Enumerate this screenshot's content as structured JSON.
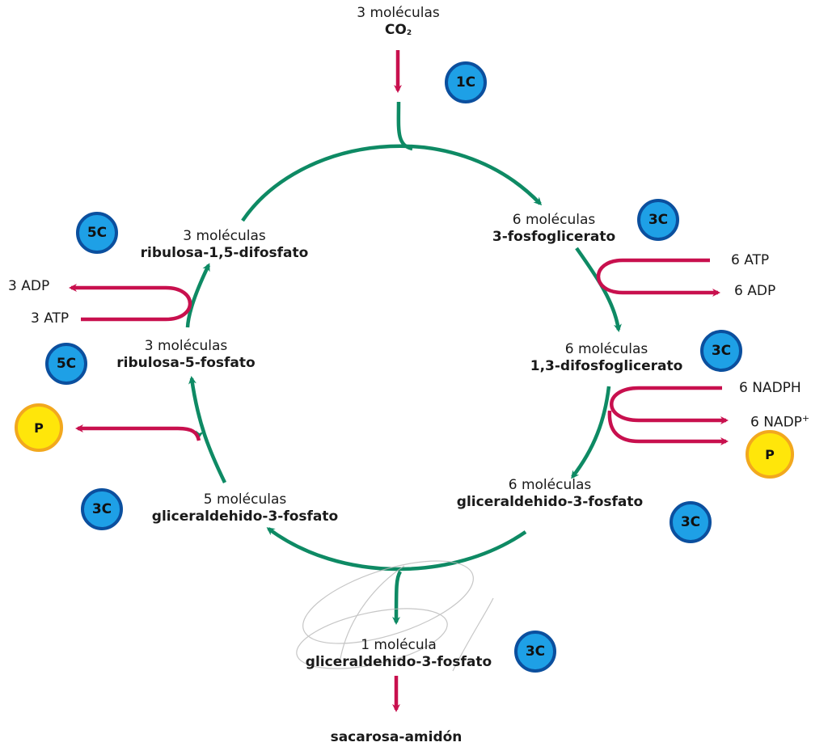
{
  "colors": {
    "cycle_arrow": "#0e8a64",
    "side_arrow": "#c8104e",
    "carbon_badge_fill": "#1ea0e6",
    "carbon_badge_border": "#0b4f9e",
    "phosphate_fill": "#ffe60a",
    "phosphate_border": "#f2a81e"
  },
  "input": {
    "count": "3 moléculas",
    "name": "CO",
    "subscript": "2",
    "badge": "1C"
  },
  "nodes": {
    "pga": {
      "count": "6 moléculas",
      "name": "3-fosfoglicerato",
      "badge": "3C"
    },
    "bpg": {
      "count": "6 moléculas",
      "name": "1,3-difosfoglicerato",
      "badge": "3C"
    },
    "g3p6": {
      "count": "6 moléculas",
      "name": "gliceraldehido-3-fosfato",
      "badge": "3C"
    },
    "g3p5": {
      "count": "5 moléculas",
      "name": "gliceraldehido-3-fosfato",
      "badge": "3C"
    },
    "ru5p": {
      "count": "3 moléculas",
      "name": "ribulosa-5-fosfato",
      "badge": "5C"
    },
    "rubp": {
      "count": "3 moléculas",
      "name": "ribulosa-1,5-difosfato",
      "badge": "5C"
    },
    "g3p1": {
      "count": "1 molécula",
      "name": "gliceraldehido-3-fosfato",
      "badge": "3C"
    }
  },
  "cofactors": {
    "atp_in_right": "6 ATP",
    "adp_out_right": "6 ADP",
    "nadph_in": "6 NADPH",
    "nadp_out": "6 NADP",
    "nadp_sup": "+",
    "p_out_right": "P",
    "adp_out_left": "3 ADP",
    "atp_in_left": "3 ATP",
    "p_out_left": "P"
  },
  "output": {
    "name": "sacarosa-amidón"
  }
}
